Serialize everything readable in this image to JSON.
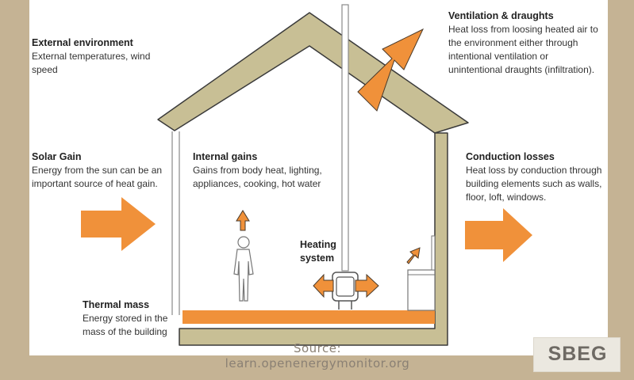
{
  "colors": {
    "background": "#c5b394",
    "panel": "#ffffff",
    "roof_wall": "#c8bf95",
    "outline": "#3a3a3a",
    "arrow": "#f0913a",
    "floor_heat": "#f0913a"
  },
  "labels": {
    "external_environment": {
      "title": "External environment",
      "body": "External temperatures, wind speed"
    },
    "solar_gain": {
      "title": "Solar Gain",
      "body": "Energy from the sun can be an important source of heat gain."
    },
    "thermal_mass": {
      "title": "Thermal mass",
      "body": "Energy stored in the mass of the building"
    },
    "internal_gains": {
      "title": "Internal gains",
      "body": "Gains from body heat, lighting, appliances, cooking, hot water"
    },
    "heating_system": {
      "title": "Heating system"
    },
    "ventilation": {
      "title": "Ventilation & draughts",
      "body": "Heat loss from loosing heated air to the environment either through intentional ventilation or unintentional draughts (infiltration)."
    },
    "conduction": {
      "title": "Conduction losses",
      "body": "Heat loss by conduction through building elements such as walls, floor, loft, windows."
    }
  },
  "source": {
    "line1": "Source:",
    "line2": "learn.openenergymonitor.org"
  },
  "logo": {
    "text": "SBEG"
  },
  "icons": [
    "solar-gain-arrow-icon",
    "conduction-loss-arrow-icon",
    "ventilation-arrow-icon",
    "internal-gain-arrow-icon",
    "appliance-heat-arrow-icon",
    "heater-left-arrow-icon",
    "heater-right-arrow-icon",
    "person-icon",
    "radiator-icon",
    "appliance-icon",
    "chimney-flue-icon"
  ]
}
